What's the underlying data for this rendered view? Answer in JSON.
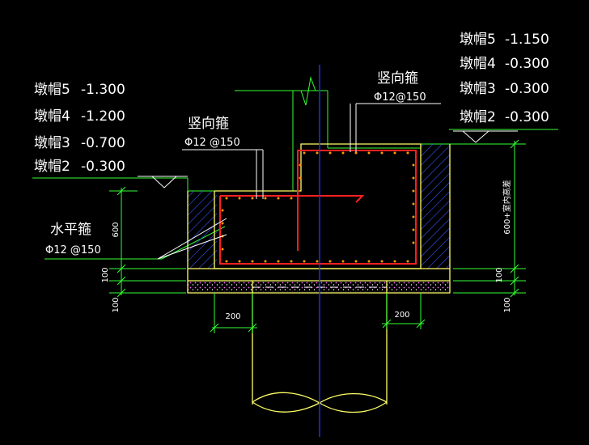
{
  "left_levels": [
    {
      "name": "墩帽5",
      "value": "-1.300"
    },
    {
      "name": "墩帽4",
      "value": "-1.200"
    },
    {
      "name": "墩帽3",
      "value": "-0.700"
    },
    {
      "name": "墩帽2",
      "value": "-0.300"
    }
  ],
  "right_levels": [
    {
      "name": "墩帽5",
      "value": "-1.150"
    },
    {
      "name": "墩帽4",
      "value": "-0.300"
    },
    {
      "name": "墩帽3",
      "value": "-0.300"
    },
    {
      "name": "墩帽2",
      "value": "-0.300"
    }
  ],
  "stirrups": {
    "vertical_left": {
      "title": "竖向箍",
      "spec": "Φ12 @150"
    },
    "vertical_right": {
      "title": "竖向箍",
      "spec": "Φ12@150"
    },
    "horizontal": {
      "title": "水平箍",
      "spec": "Φ12 @150"
    }
  },
  "dimensions": {
    "left_height": "600",
    "left_cushion": "100",
    "left_bottom": "100",
    "right_height": "600+室内高差",
    "right_cushion": "100",
    "right_bottom": "100",
    "bottom_left": "200",
    "bottom_right": "200"
  },
  "colors": {
    "background": "#000000",
    "structure": "#ffff66",
    "leader": "#33ff33",
    "rebar": "#ff2020",
    "axis": "#2233ff",
    "hatch": "#3355ff",
    "text": "#ffffff"
  }
}
